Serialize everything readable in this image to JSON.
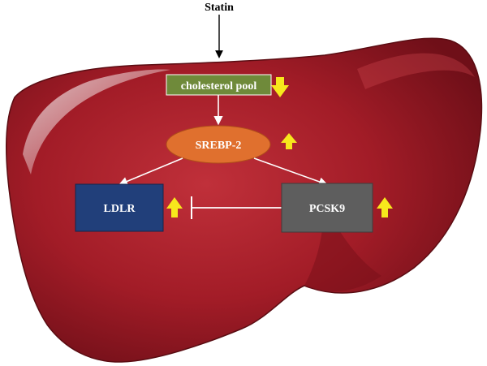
{
  "nodes": {
    "statin": "Statin",
    "cholesterol_pool": "cholesterol pool",
    "srebp2": "SREBP-2",
    "ldlr": "LDLR",
    "pcsk9": "PCSK9"
  },
  "colors": {
    "liver": "#9c1a24",
    "liver_dark": "#6e0f17",
    "liver_light": "#c4323b",
    "cholesterol_box": "#6f8a3a",
    "srebp_ellipse": "#e0702e",
    "ldlr_box": "#213f7a",
    "pcsk9_box": "#5e5e5e",
    "indicator_arrow": "#f7e81c"
  },
  "indicators": {
    "cholesterol_pool": "down-arrow-icon",
    "srebp2": "up-arrow-icon",
    "ldlr": "up-arrow-icon",
    "pcsk9": "up-arrow-icon"
  }
}
